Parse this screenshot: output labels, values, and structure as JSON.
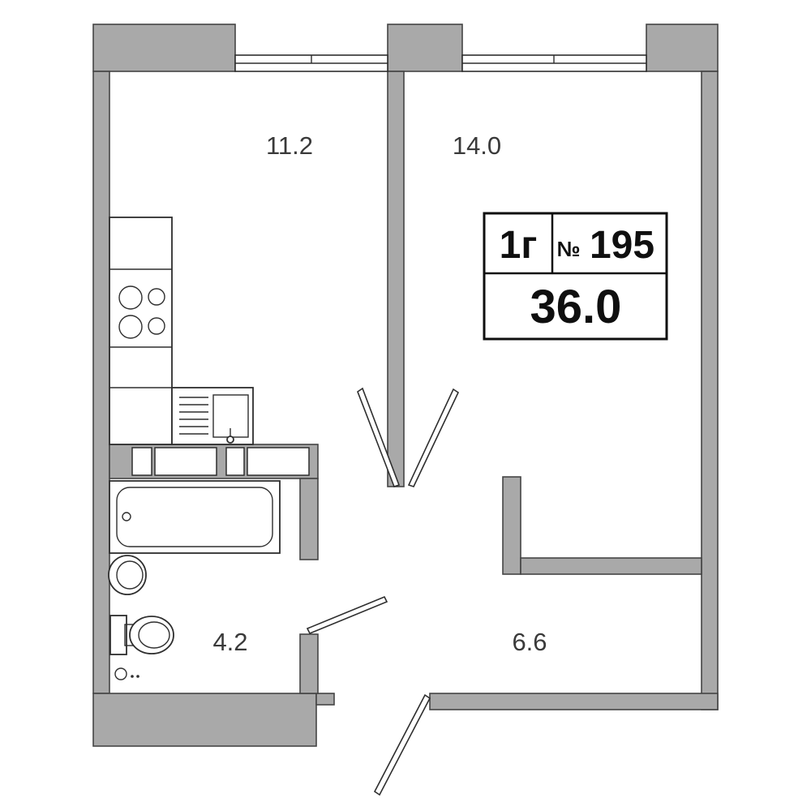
{
  "plan": {
    "rooms": [
      {
        "id": "kitchen",
        "area": "11.2"
      },
      {
        "id": "living-room",
        "area": "14.0"
      },
      {
        "id": "bathroom",
        "area": "4.2"
      },
      {
        "id": "hallway",
        "area": "6.6"
      }
    ],
    "plate": {
      "type": "1г",
      "no_sign": "№",
      "number": "195",
      "total_area": "36.0"
    },
    "colors": {
      "wall_fill": "#a9a9a9",
      "wall_stroke": "#454545",
      "line": "#2e2e2e",
      "label": "#3a3a3a",
      "plate_text": "#0f0f0f"
    }
  }
}
